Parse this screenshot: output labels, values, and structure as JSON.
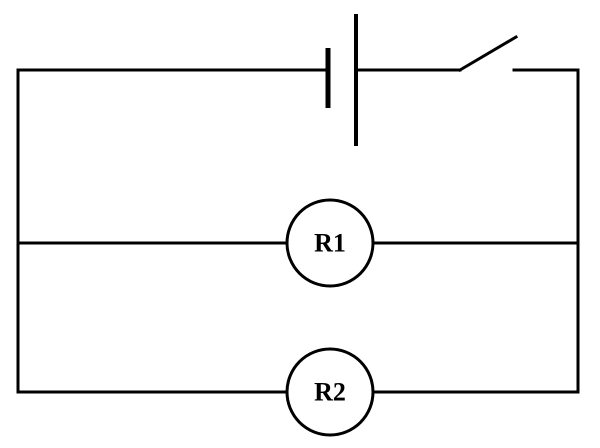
{
  "components": {
    "battery": {
      "type": "battery"
    },
    "switch": {
      "type": "switch",
      "state": "open"
    },
    "resistor_1": {
      "label": "R1"
    },
    "resistor_2": {
      "label": "R2"
    }
  },
  "colors": {
    "wire": "#000000",
    "background": "#ffffff"
  }
}
